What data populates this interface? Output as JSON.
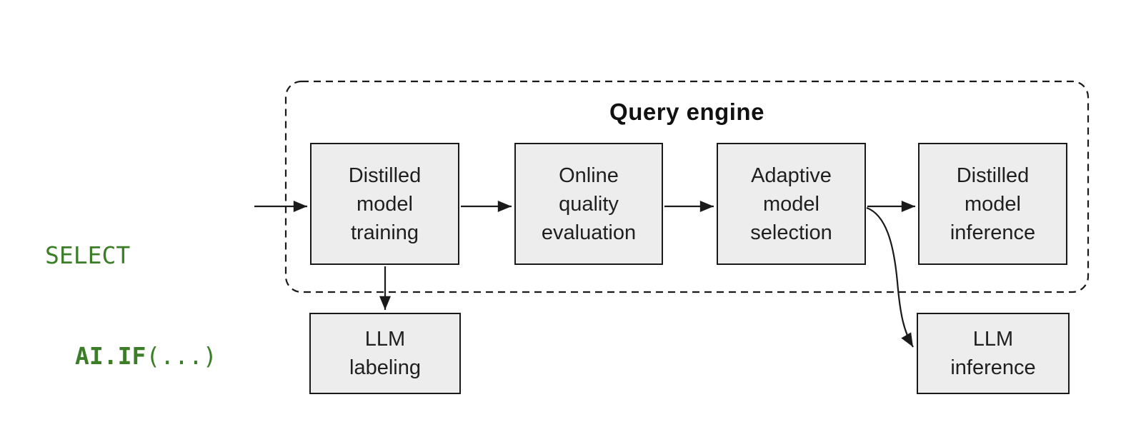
{
  "sql_query": {
    "keyword": "SELECT",
    "function_name": "AI.IF",
    "function_args": "(...)"
  },
  "query_engine": {
    "title": "Query engine",
    "steps": [
      {
        "label": "Distilled\nmodel\ntraining"
      },
      {
        "label": "Online\nquality\nevaluation"
      },
      {
        "label": "Adaptive\nmodel\nselection"
      },
      {
        "label": "Distilled\nmodel\ninference"
      }
    ]
  },
  "external_services": [
    {
      "label": "LLM\nlabeling"
    },
    {
      "label": "LLM\ninference"
    }
  ],
  "colors": {
    "sql_green": "#3c7d28",
    "box_fill": "#ededed",
    "box_border": "#1a1a1a",
    "connector": "#1a1a1a",
    "background": "#ffffff"
  }
}
